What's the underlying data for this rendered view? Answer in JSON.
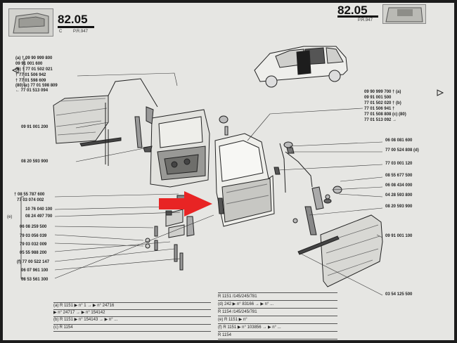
{
  "header": {
    "page_number": "82.05",
    "page_code": "C",
    "page_ref": "P.R.947",
    "right_page_number": "82.05",
    "right_page_ref": "P.R.947"
  },
  "arrow_color": "#e82424",
  "icons": [
    "door-thumbnail-icon",
    "car-illustration-icon",
    "pointer-arrow-icon",
    "red-arrow-icon",
    "thumb-icon"
  ],
  "left_group_top": [
    "(a) † 09 90 999 800",
    "        09 91 001 600",
    "(b) † 77 01 502 021",
    "    † 77 01 506 942",
    "    † 77 01 598 609",
    "(80) (c) 77 01 598 809",
    "← 77 01 513 094"
  ],
  "left_refs": [
    {
      "ref": "09 91 001 200"
    },
    {
      "ref": "08 20 593 900"
    },
    {
      "ref": "† 08 55 787 600"
    },
    {
      "ref": "77 03 074 002"
    },
    {
      "ref": "10 76 040 100"
    },
    {
      "ref": "08 24 497 700"
    },
    {
      "ref": "06 08 259 500"
    },
    {
      "ref": "79 03 056 039"
    },
    {
      "ref": "79 03 032 009"
    },
    {
      "ref": "05 55 988 200"
    },
    {
      "ref": "(f) 77 00 522 147"
    },
    {
      "ref": "06 07 961 100"
    },
    {
      "ref": "08 53 561 300"
    }
  ],
  "left_bracket_label": "(e)",
  "right_group_top": [
    "09 90 999 700 † (a)",
    "09 91 001 500",
    "77 01 502 020 † (b)",
    "77 01 506 941 †",
    "77 01 508 808 (c) (80)",
    "77 01 513 092 →"
  ],
  "right_refs": [
    {
      "ref": "06 08 081 600"
    },
    {
      "ref": "77 00 524 808 (d)"
    },
    {
      "ref": "77 03 001 120"
    },
    {
      "ref": "08 55 677 500"
    },
    {
      "ref": "06 08 434 000"
    },
    {
      "ref": "04 28 593 800"
    },
    {
      "ref": "08 20 593 900"
    },
    {
      "ref": "09 91 001 100"
    },
    {
      "ref": "03 54 125 500"
    }
  ],
  "left_table": [
    "(a)  R 1151  ▶ n°   1 → ▶ n° 24716",
    "            ▶ n° 24717 → ▶ n° 154142",
    "(b)  R 1151  ▶ n° 154143 → ▶ n° ...",
    "(c)  R 1154"
  ],
  "right_table": [
    "     R 1151 /145/245/781",
    "(d)  242 ▶ n° 83166 → ▶ n° ...",
    "     R 1154 /145/245/781",
    "(e)  R 1151 ▶ n°",
    "(f)  R 1151 ▶ n° 103856 → ▶ n° ...",
    "     R 1154"
  ]
}
